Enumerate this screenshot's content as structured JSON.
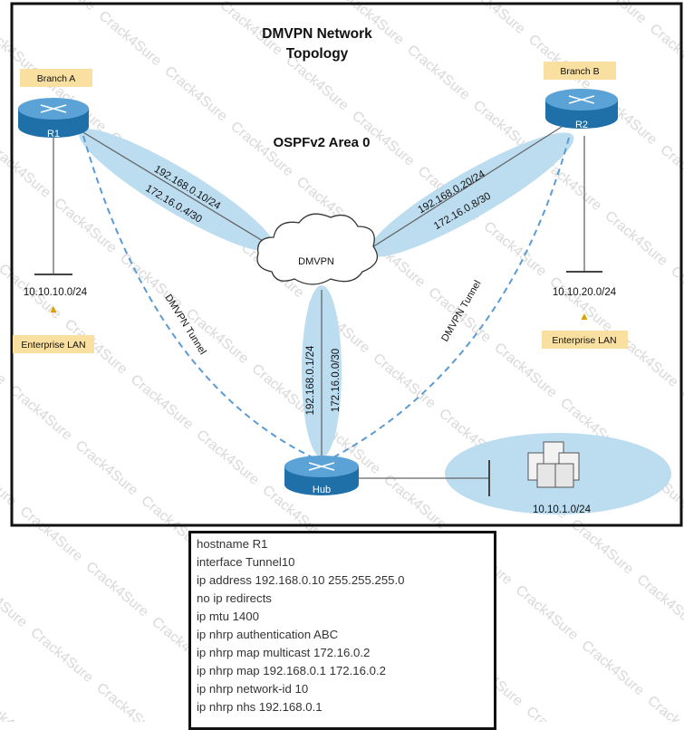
{
  "title_line1": "DMVPN Network",
  "title_line2": "Topology",
  "area_label": "OSPFv2 Area 0",
  "branch_a_label": "Branch A",
  "branch_b_label": "Branch B",
  "r1_label": "R1",
  "r2_label": "R2",
  "hub_label": "Hub",
  "cloud_label": "DMVPN",
  "r1_tunnel_ip": "192.168.0.10/24",
  "r1_nbma_ip": "172.16.0.4/30",
  "r2_tunnel_ip": "192.168.0.20/24",
  "r2_nbma_ip": "172.16.0.8/30",
  "hub_tunnel_ip": "192.168.0.1/24",
  "hub_nbma_ip": "172.16.0.0/30",
  "tunnel_left_label": "DMVPN Tunnel",
  "tunnel_right_label": "DMVPN Tunnel",
  "lan_a_subnet": "10.10.10.0/24",
  "lan_b_subnet": "10.10.20.0/24",
  "lan_a_label": "Enterprise LAN",
  "lan_b_label": "Enterprise LAN",
  "hub_lan_subnet": "10.10.1.0/24",
  "watermark": "Crack4Sure",
  "colors": {
    "router": "#1f6fa8",
    "router_top": "#5ba3d6",
    "highlight": "#bcdcf0",
    "tag": "#f9dfa0",
    "tunnel": "#5b9bd5"
  },
  "config_lines": [
    "hostname R1",
    "interface Tunnel10",
    "ip address 192.168.0.10 255.255.255.0",
    "no ip redirects",
    "ip mtu 1400",
    "ip nhrp authentication ABC",
    "ip nhrp map multicast 172.16.0.2",
    "ip nhrp map 192.168.0.1 172.16.0.2",
    "ip nhrp network-id 10",
    "ip nhrp nhs 192.168.0.1"
  ]
}
